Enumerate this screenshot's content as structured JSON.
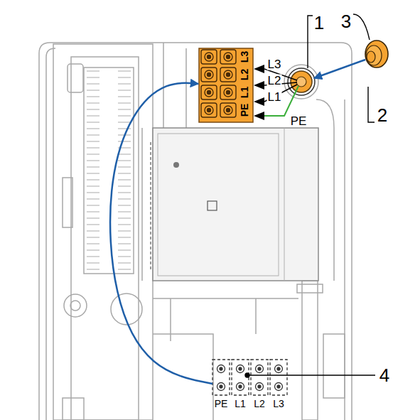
{
  "diagram": {
    "nodes": [
      {
        "text": [
          "L3",
          "L2",
          "L1",
          "PE"
        ]
      },
      {
        "text": [
          "PE",
          "L1",
          "L2",
          "L3"
        ]
      }
    ],
    "edges": [
      {
        "from": 1,
        "to": 0,
        "arrow": "to"
      }
    ],
    "labels": [
      "1",
      "3",
      "L3",
      "L2",
      "L1",
      "PE",
      "2",
      "4"
    ]
  }
}
